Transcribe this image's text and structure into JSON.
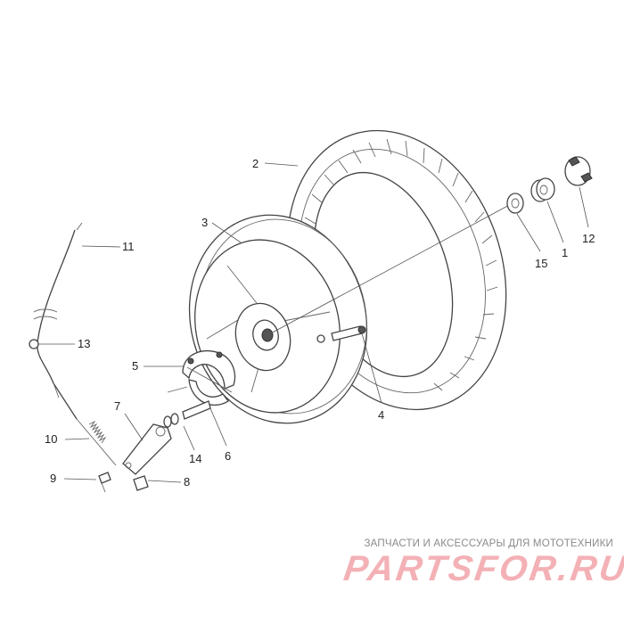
{
  "callouts": [
    {
      "id": "1",
      "text": "1"
    },
    {
      "id": "2",
      "text": "2"
    },
    {
      "id": "3",
      "text": "3"
    },
    {
      "id": "4",
      "text": "4"
    },
    {
      "id": "5",
      "text": "5"
    },
    {
      "id": "6",
      "text": "6"
    },
    {
      "id": "7",
      "text": "7"
    },
    {
      "id": "8",
      "text": "8"
    },
    {
      "id": "9",
      "text": "9"
    },
    {
      "id": "10",
      "text": "10"
    },
    {
      "id": "11",
      "text": "11"
    },
    {
      "id": "12",
      "text": "12"
    },
    {
      "id": "13",
      "text": "13"
    },
    {
      "id": "14",
      "text": "14"
    },
    {
      "id": "15",
      "text": "15"
    }
  ],
  "watermark": {
    "tagline": "ЗАПЧАСТИ И АКСЕССУАРЫ ДЛЯ МОТОТЕХНИКИ",
    "logo": "PARTSFOR.RU",
    "logo_color": "#f3b1b6"
  },
  "colors": {
    "line": "#444444",
    "label": "#222222"
  }
}
